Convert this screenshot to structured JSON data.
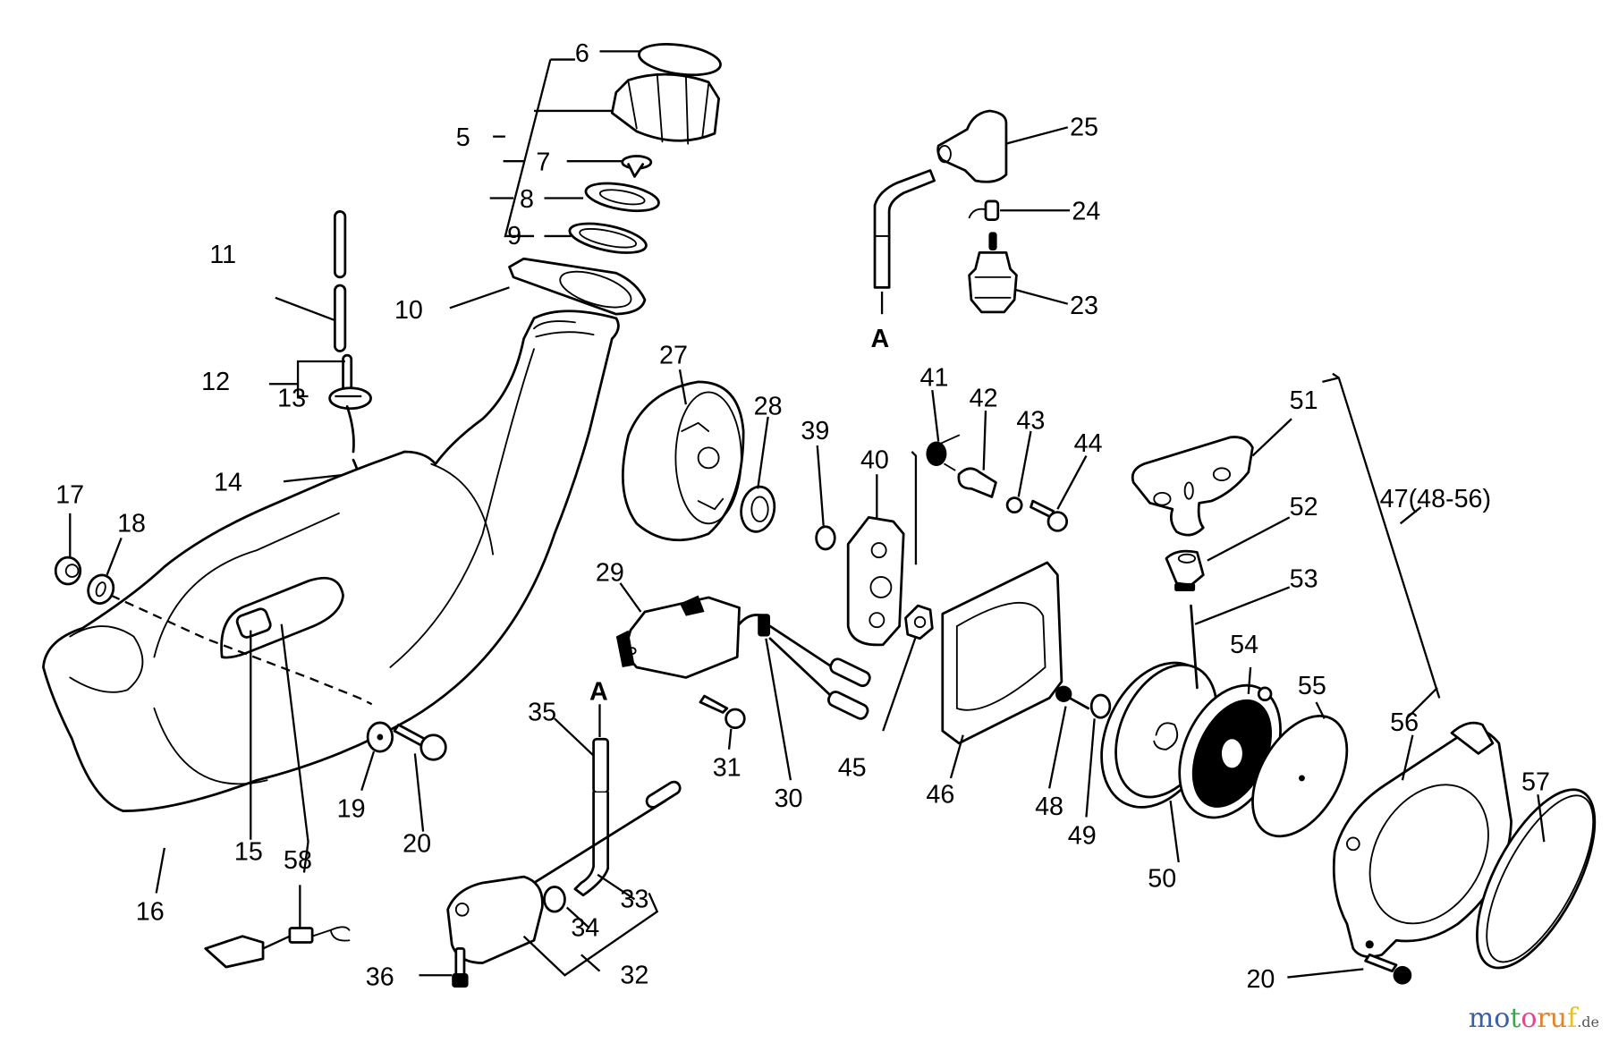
{
  "diagram": {
    "type": "exploded-parts-view",
    "labels": {
      "p5": "5",
      "p6": "6",
      "p7": "7",
      "p8": "8",
      "p9": "9",
      "p10": "10",
      "p11": "11",
      "p12": "12",
      "p13": "13",
      "p14": "14",
      "p15": "15",
      "p16": "16",
      "p17": "17",
      "p18": "18",
      "p19": "19",
      "p20a": "20",
      "p20b": "20",
      "p23": "23",
      "p24": "24",
      "p25": "25",
      "p27": "27",
      "p28": "28",
      "p29": "29",
      "p30": "30",
      "p31": "31",
      "p32": "32",
      "p33": "33",
      "p34": "34",
      "p35": "35",
      "p36": "36",
      "p39": "39",
      "p40": "40",
      "p41": "41",
      "p42": "42",
      "p43": "43",
      "p44": "44",
      "p45": "45",
      "p46": "46",
      "p47": "47(48-56)",
      "p48": "48",
      "p49": "49",
      "p50": "50",
      "p51": "51",
      "p52": "52",
      "p53": "53",
      "p54": "54",
      "p55": "55",
      "p56": "56",
      "p57": "57",
      "p58": "58",
      "refA1": "A",
      "refA2": "A"
    }
  },
  "watermark": {
    "letters": [
      "m",
      "o",
      "t",
      "o",
      "r",
      "u",
      "f"
    ],
    "colors": [
      "#3a5fa8",
      "#3a5fa8",
      "#3aa84a",
      "#e04a8a",
      "#e0832a",
      "#e0832a",
      "#e8c020"
    ],
    "tld": ".de"
  }
}
